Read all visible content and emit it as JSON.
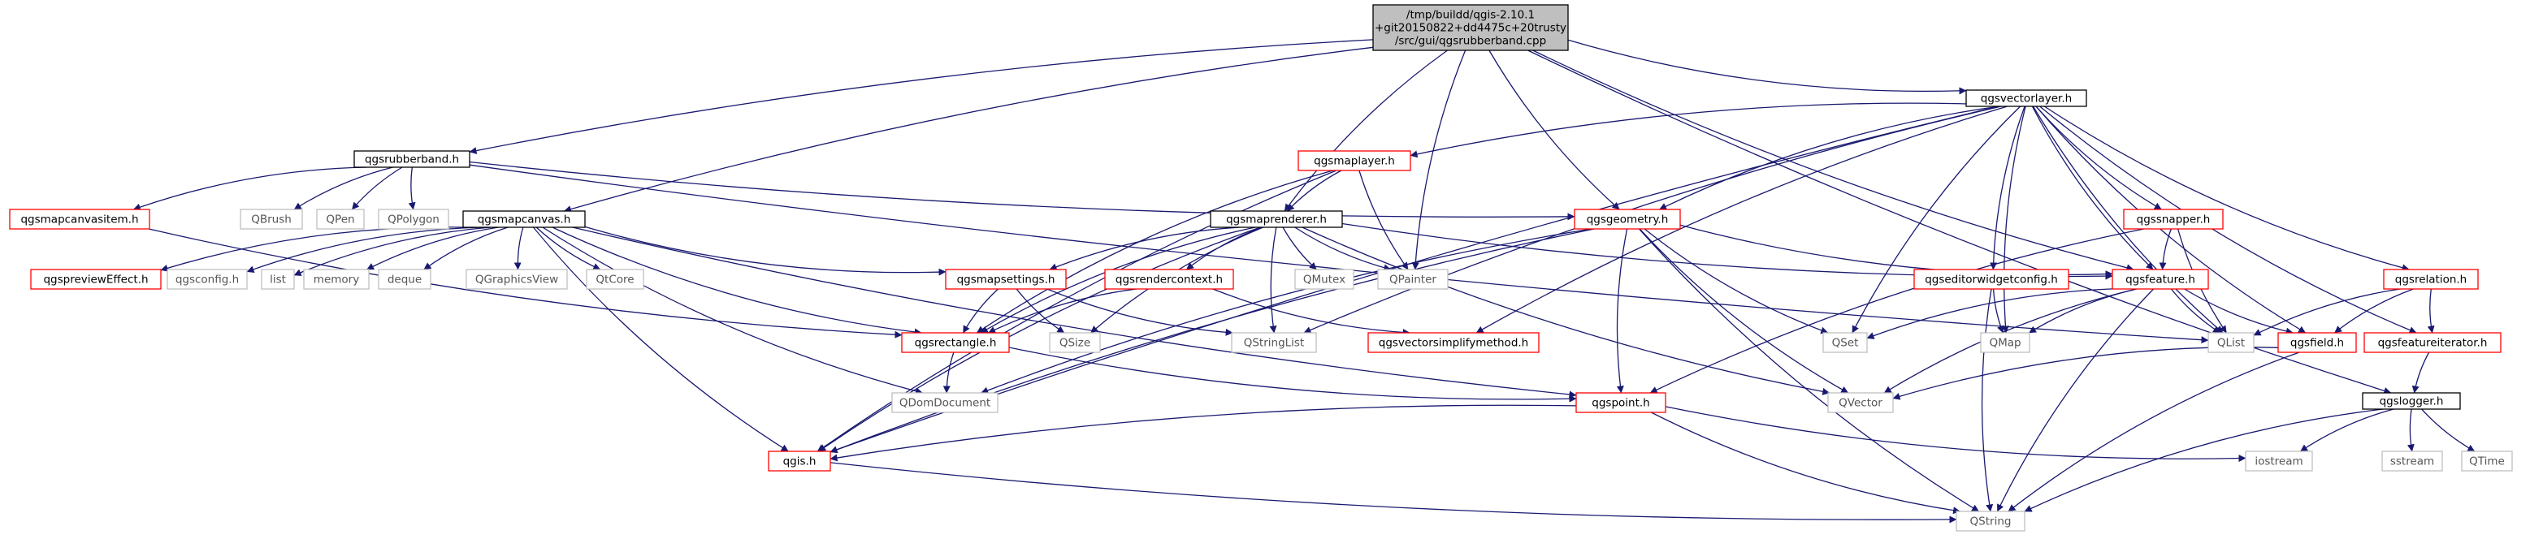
{
  "colors": {
    "edge": "#191970",
    "root_fill": "#bfbfbf",
    "root_stroke": "#000000",
    "black_stroke": "#000000",
    "red_stroke": "#ff0000",
    "gray_stroke": "#bfbfbf",
    "text_black": "#000000",
    "text_gray": "#555555"
  },
  "nodes": [
    {
      "id": "root",
      "lines": [
        "/tmp/buildd/qgis-2.10.1",
        "+git20150822+dd4475c+20trusty",
        "/src/gui/qgsrubberband.cpp"
      ],
      "style": "root"
    },
    {
      "id": "qgsrubberband_h",
      "lines": [
        "qgsrubberband.h"
      ],
      "style": "black"
    },
    {
      "id": "qgsmapcanvas_h",
      "lines": [
        "qgsmapcanvas.h"
      ],
      "style": "black"
    },
    {
      "id": "qgsmaprenderer_h",
      "lines": [
        "qgsmaprenderer.h"
      ],
      "style": "black"
    },
    {
      "id": "qgsvectorlayer_h",
      "lines": [
        "qgsvectorlayer.h"
      ],
      "style": "black"
    },
    {
      "id": "qgslogger_h",
      "lines": [
        "qgslogger.h"
      ],
      "style": "black"
    },
    {
      "id": "qgsmapcanvasitem_h",
      "lines": [
        "qgsmapcanvasitem.h"
      ],
      "style": "red"
    },
    {
      "id": "qgsmaplayer_h",
      "lines": [
        "qgsmaplayer.h"
      ],
      "style": "red"
    },
    {
      "id": "qgsgeometry_h",
      "lines": [
        "qgsgeometry.h"
      ],
      "style": "red"
    },
    {
      "id": "qgssnapper_h",
      "lines": [
        "qgssnapper.h"
      ],
      "style": "red"
    },
    {
      "id": "qgsrelation_h",
      "lines": [
        "qgsrelation.h"
      ],
      "style": "red"
    },
    {
      "id": "qgspreviewEffect_h",
      "lines": [
        "qgspreviewEffect.h"
      ],
      "style": "red"
    },
    {
      "id": "qgsmapsettings_h",
      "lines": [
        "qgsmapsettings.h"
      ],
      "style": "red"
    },
    {
      "id": "qgsrendercontext_h",
      "lines": [
        "qgsrendercontext.h"
      ],
      "style": "red"
    },
    {
      "id": "qgseditorwidgetconfig_h",
      "lines": [
        "qgseditorwidgetconfig.h"
      ],
      "style": "red"
    },
    {
      "id": "qgsfeature_h",
      "lines": [
        "qgsfeature.h"
      ],
      "style": "red"
    },
    {
      "id": "qgsrectangle_h",
      "lines": [
        "qgsrectangle.h"
      ],
      "style": "red"
    },
    {
      "id": "qgsvectorsimplifymethod_h",
      "lines": [
        "qgsvectorsimplifymethod.h"
      ],
      "style": "red"
    },
    {
      "id": "qgsfield_h",
      "lines": [
        "qgsfield.h"
      ],
      "style": "red"
    },
    {
      "id": "qgsfeatureiterator_h",
      "lines": [
        "qgsfeatureiterator.h"
      ],
      "style": "red"
    },
    {
      "id": "qgspoint_h",
      "lines": [
        "qgspoint.h"
      ],
      "style": "red"
    },
    {
      "id": "qgis_h",
      "lines": [
        "qgis.h"
      ],
      "style": "red"
    },
    {
      "id": "QBrush",
      "lines": [
        "QBrush"
      ],
      "style": "gray"
    },
    {
      "id": "QPen",
      "lines": [
        "QPen"
      ],
      "style": "gray"
    },
    {
      "id": "QPolygon",
      "lines": [
        "QPolygon"
      ],
      "style": "gray"
    },
    {
      "id": "qgsconfig_h",
      "lines": [
        "qgsconfig.h"
      ],
      "style": "gray"
    },
    {
      "id": "list",
      "lines": [
        "list"
      ],
      "style": "gray"
    },
    {
      "id": "memory",
      "lines": [
        "memory"
      ],
      "style": "gray"
    },
    {
      "id": "deque",
      "lines": [
        "deque"
      ],
      "style": "gray"
    },
    {
      "id": "QGraphicsView",
      "lines": [
        "QGraphicsView"
      ],
      "style": "gray"
    },
    {
      "id": "QtCore",
      "lines": [
        "QtCore"
      ],
      "style": "gray"
    },
    {
      "id": "QMutex",
      "lines": [
        "QMutex"
      ],
      "style": "gray"
    },
    {
      "id": "QPainter",
      "lines": [
        "QPainter"
      ],
      "style": "gray"
    },
    {
      "id": "QSize",
      "lines": [
        "QSize"
      ],
      "style": "gray"
    },
    {
      "id": "QStringList",
      "lines": [
        "QStringList"
      ],
      "style": "gray"
    },
    {
      "id": "QSet",
      "lines": [
        "QSet"
      ],
      "style": "gray"
    },
    {
      "id": "QMap",
      "lines": [
        "QMap"
      ],
      "style": "gray"
    },
    {
      "id": "QList",
      "lines": [
        "QList"
      ],
      "style": "gray"
    },
    {
      "id": "QDomDocument",
      "lines": [
        "QDomDocument"
      ],
      "style": "gray"
    },
    {
      "id": "QVector",
      "lines": [
        "QVector"
      ],
      "style": "gray"
    },
    {
      "id": "iostream",
      "lines": [
        "iostream"
      ],
      "style": "gray"
    },
    {
      "id": "sstream",
      "lines": [
        "sstream"
      ],
      "style": "gray"
    },
    {
      "id": "QTime",
      "lines": [
        "QTime"
      ],
      "style": "gray"
    },
    {
      "id": "QString",
      "lines": [
        "QString"
      ],
      "style": "gray"
    }
  ],
  "edges": [
    [
      "root",
      "qgsrubberband_h"
    ],
    [
      "root",
      "qgsmapcanvas_h"
    ],
    [
      "root",
      "qgsmaprenderer_h"
    ],
    [
      "root",
      "QPainter"
    ],
    [
      "root",
      "qgsgeometry_h"
    ],
    [
      "root",
      "qgsvectorlayer_h"
    ],
    [
      "root",
      "qgsfeature_h"
    ],
    [
      "root",
      "qgslogger_h"
    ],
    [
      "qgsrubberband_h",
      "qgsmapcanvasitem_h"
    ],
    [
      "qgsrubberband_h",
      "QBrush"
    ],
    [
      "qgsrubberband_h",
      "QPen"
    ],
    [
      "qgsrubberband_h",
      "QPolygon"
    ],
    [
      "qgsrubberband_h",
      "qgsgeometry_h"
    ],
    [
      "qgsrubberband_h",
      "QList"
    ],
    [
      "qgsmapcanvasitem_h",
      "qgsrectangle_h"
    ],
    [
      "qgsmapcanvas_h",
      "qgspreviewEffect_h"
    ],
    [
      "qgsmapcanvas_h",
      "qgsconfig_h"
    ],
    [
      "qgsmapcanvas_h",
      "list"
    ],
    [
      "qgsmapcanvas_h",
      "memory"
    ],
    [
      "qgsmapcanvas_h",
      "deque"
    ],
    [
      "qgsmapcanvas_h",
      "QGraphicsView"
    ],
    [
      "qgsmapcanvas_h",
      "QtCore"
    ],
    [
      "qgsmapcanvas_h",
      "qgsmapsettings_h"
    ],
    [
      "qgsmapcanvas_h",
      "qgsrectangle_h"
    ],
    [
      "qgsmapcanvas_h",
      "qgspoint_h"
    ],
    [
      "qgsmapcanvas_h",
      "qgis_h"
    ],
    [
      "qgsmapcanvas_h",
      "QDomDocument"
    ],
    [
      "qgsmaplayer_h",
      "qgsmaprenderer_h"
    ],
    [
      "qgsmaplayer_h",
      "QPainter"
    ],
    [
      "qgsmaplayer_h",
      "qgsrectangle_h"
    ],
    [
      "qgsmaplayer_h",
      "qgis_h"
    ],
    [
      "qgsmaprenderer_h",
      "qgsmapsettings_h"
    ],
    [
      "qgsmaprenderer_h",
      "qgsrendercontext_h"
    ],
    [
      "qgsmaprenderer_h",
      "QSize"
    ],
    [
      "qgsmaprenderer_h",
      "QStringList"
    ],
    [
      "qgsmaprenderer_h",
      "QMutex"
    ],
    [
      "qgsmaprenderer_h",
      "QPainter"
    ],
    [
      "qgsmaprenderer_h",
      "qgsfeature_h"
    ],
    [
      "qgsmaprenderer_h",
      "qgsrectangle_h"
    ],
    [
      "qgsmaprenderer_h",
      "qgis_h"
    ],
    [
      "qgsmaprenderer_h",
      "QVector"
    ],
    [
      "qgsmapsettings_h",
      "qgsrectangle_h"
    ],
    [
      "qgsmapsettings_h",
      "QSize"
    ],
    [
      "qgsmapsettings_h",
      "QStringList"
    ],
    [
      "qgsrendercontext_h",
      "qgsrectangle_h"
    ],
    [
      "qgsrendercontext_h",
      "qgsvectorsimplifymethod_h"
    ],
    [
      "qgsrectangle_h",
      "QDomDocument"
    ],
    [
      "qgsrectangle_h",
      "qgspoint_h"
    ],
    [
      "qgsgeometry_h",
      "qgsfeature_h"
    ],
    [
      "qgsgeometry_h",
      "qgspoint_h"
    ],
    [
      "qgsgeometry_h",
      "QSet"
    ],
    [
      "qgsgeometry_h",
      "QVector"
    ],
    [
      "qgsgeometry_h",
      "QDomDocument"
    ],
    [
      "qgsgeometry_h",
      "qgis_h"
    ],
    [
      "qgsgeometry_h",
      "QString"
    ],
    [
      "qgsvectorlayer_h",
      "qgsmaplayer_h"
    ],
    [
      "qgsvectorlayer_h",
      "qgsgeometry_h"
    ],
    [
      "qgsvectorlayer_h",
      "qgssnapper_h"
    ],
    [
      "qgsvectorlayer_h",
      "qgsrelation_h"
    ],
    [
      "qgsvectorlayer_h",
      "qgseditorwidgetconfig_h"
    ],
    [
      "qgsvectorlayer_h",
      "qgsfeature_h"
    ],
    [
      "qgsvectorlayer_h",
      "qgsvectorsimplifymethod_h"
    ],
    [
      "qgsvectorlayer_h",
      "QStringList"
    ],
    [
      "qgsvectorlayer_h",
      "QSet"
    ],
    [
      "qgsvectorlayer_h",
      "QMap"
    ],
    [
      "qgsvectorlayer_h",
      "QList"
    ],
    [
      "qgsvectorlayer_h",
      "qgsfield_h"
    ],
    [
      "qgsvectorlayer_h",
      "qgsfeatureiterator_h"
    ],
    [
      "qgsvectorlayer_h",
      "qgis_h"
    ],
    [
      "qgssnapper_h",
      "qgsfeature_h"
    ],
    [
      "qgssnapper_h",
      "qgspoint_h"
    ],
    [
      "qgssnapper_h",
      "QList"
    ],
    [
      "qgseditorwidgetconfig_h",
      "QMap"
    ],
    [
      "qgseditorwidgetconfig_h",
      "QString"
    ],
    [
      "qgsfeature_h",
      "QSet"
    ],
    [
      "qgsfeature_h",
      "QMap"
    ],
    [
      "qgsfeature_h",
      "QList"
    ],
    [
      "qgsfeature_h",
      "qgsfield_h"
    ],
    [
      "qgsfeature_h",
      "QVector"
    ],
    [
      "qgsfeature_h",
      "QString"
    ],
    [
      "qgsrelation_h",
      "QList"
    ],
    [
      "qgsrelation_h",
      "qgsfield_h"
    ],
    [
      "qgsrelation_h",
      "qgsfeatureiterator_h"
    ],
    [
      "qgsfield_h",
      "QVector"
    ],
    [
      "qgsfield_h",
      "QString"
    ],
    [
      "qgsfeatureiterator_h",
      "qgslogger_h"
    ],
    [
      "qgspoint_h",
      "qgis_h"
    ],
    [
      "qgspoint_h",
      "iostream"
    ],
    [
      "qgspoint_h",
      "QString"
    ],
    [
      "qgis_h",
      "QString"
    ],
    [
      "qgslogger_h",
      "iostream"
    ],
    [
      "qgslogger_h",
      "sstream"
    ],
    [
      "qgslogger_h",
      "QTime"
    ],
    [
      "qgslogger_h",
      "QString"
    ]
  ]
}
